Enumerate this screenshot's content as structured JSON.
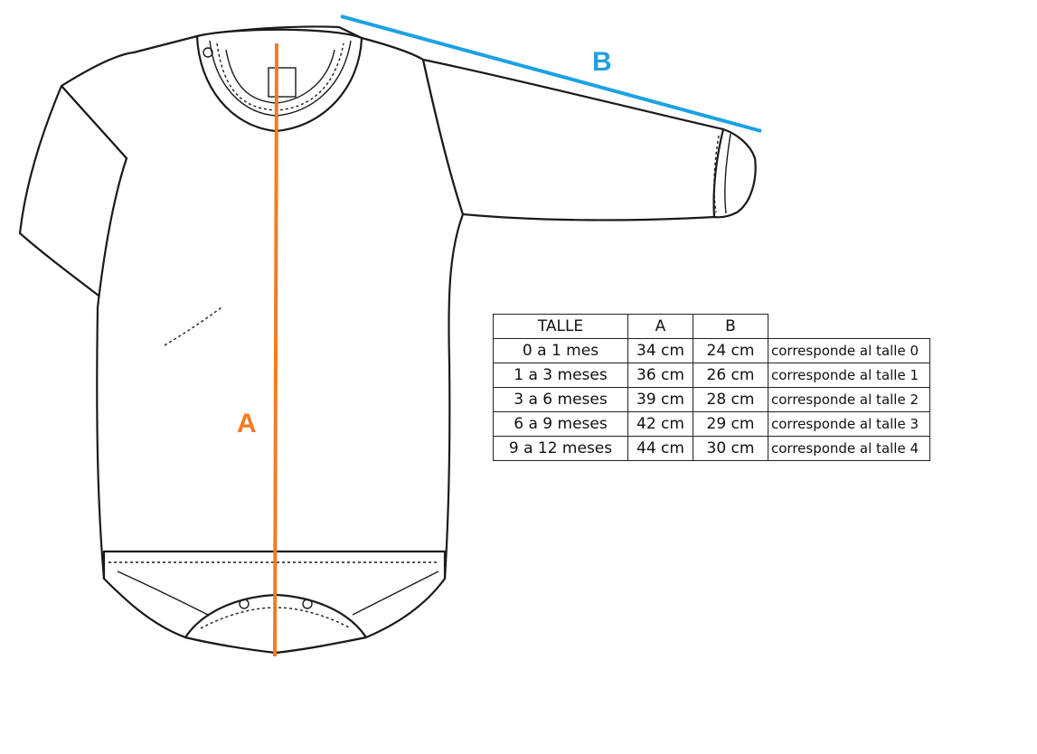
{
  "labels": {
    "a": "A",
    "b": "B"
  },
  "colors": {
    "a_line": "#f47b20",
    "b_line": "#1ba1e2",
    "outline": "#1a1a1a"
  },
  "table": {
    "headers": [
      "TALLE",
      "A",
      "B"
    ],
    "rows": [
      [
        "0 a 1 mes",
        "34 cm",
        "24 cm",
        "corresponde al talle 0"
      ],
      [
        "1 a 3 meses",
        "36 cm",
        "26 cm",
        "corresponde al talle 1"
      ],
      [
        "3 a 6 meses",
        "39 cm",
        "28 cm",
        "corresponde al talle 2"
      ],
      [
        "6 a 9 meses",
        "42 cm",
        "29 cm",
        "corresponde al talle 3"
      ],
      [
        "9 a 12 meses",
        "44 cm",
        "30 cm",
        "corresponde al talle 4"
      ]
    ]
  }
}
